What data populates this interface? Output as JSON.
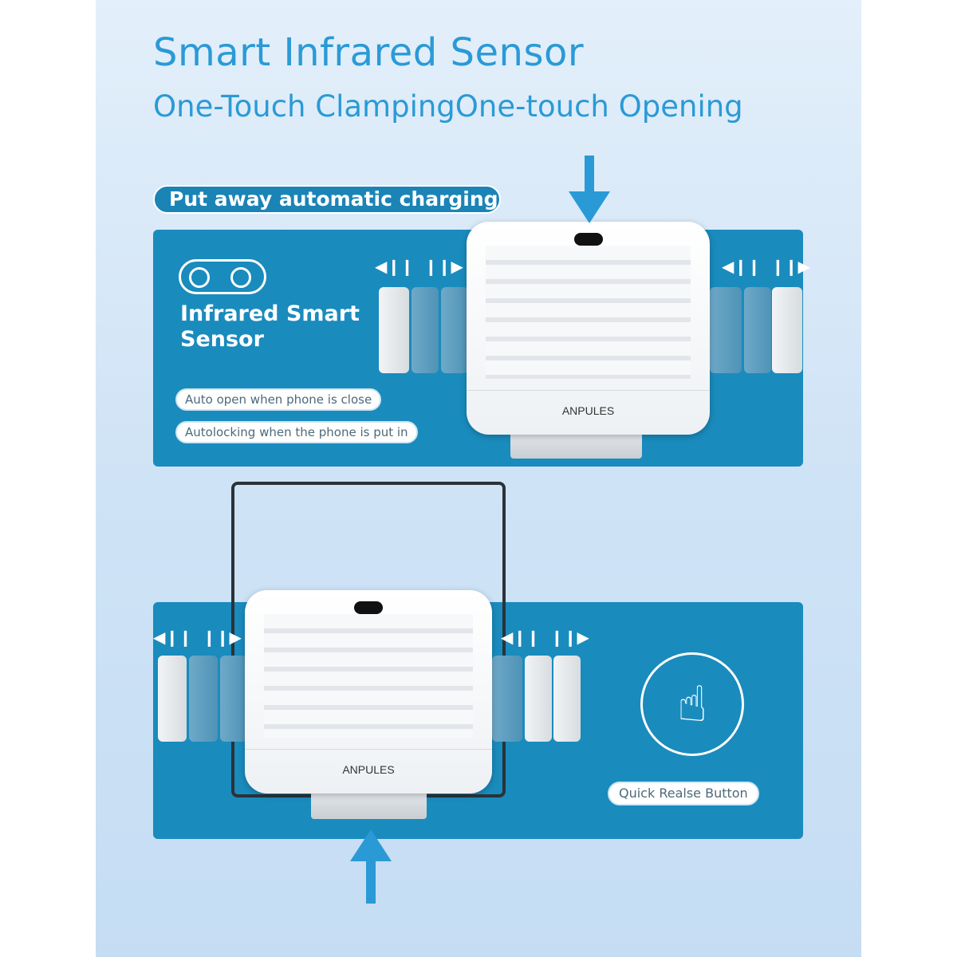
{
  "title": "Smart Infrared Sensor",
  "subtitle": "One-Touch ClampingOne-touch Opening",
  "tag": "Put away automatic charging",
  "panel1": {
    "feature_title": "Infrared Smart Sensor",
    "bullets": [
      "Auto open when phone is close",
      "Autolocking when the phone is put in"
    ]
  },
  "panel2": {
    "button_label": "Quick Realse Button"
  },
  "brand": "ANPULES",
  "colors": {
    "title": "#2a9ad6",
    "panel": "#1a8bbd",
    "arrow": "#2a9ad6"
  }
}
